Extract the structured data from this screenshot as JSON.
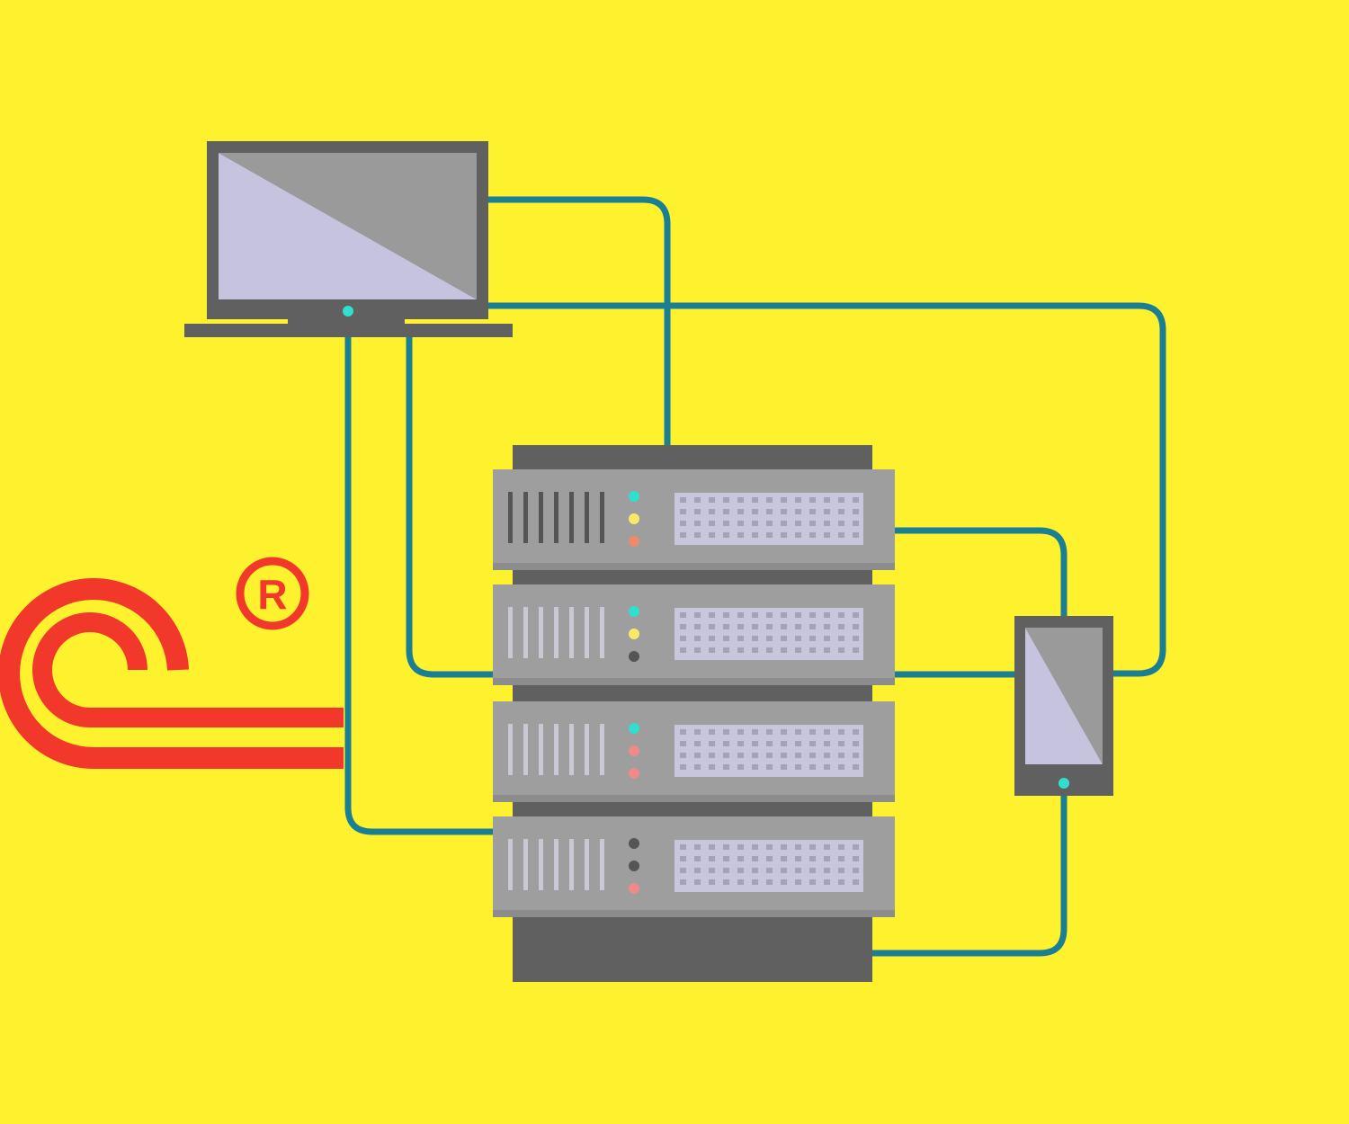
{
  "logo": {
    "registered_mark": "R"
  },
  "colors": {
    "background": "#fef22f",
    "cable": "#1b7f94",
    "logo_red": "#f2382a",
    "device_dark": "#606060",
    "screen_light": "#c6c3de",
    "screen_gray": "#9a9a9a",
    "server_body": "#9e9e9e"
  },
  "server_units": [
    {
      "leds": [
        "#2fe0cf",
        "#f7ea6a",
        "#f08a6c"
      ],
      "vent_style": "dark"
    },
    {
      "leds": [
        "#2fe0cf",
        "#f7ea6a",
        "#555555"
      ],
      "vent_style": "light"
    },
    {
      "leds": [
        "#2fe0cf",
        "#f08a8a",
        "#f08a8a"
      ],
      "vent_style": "light"
    },
    {
      "leds": [
        "#555555",
        "#555555",
        "#f08a8a"
      ],
      "vent_style": "light"
    }
  ]
}
